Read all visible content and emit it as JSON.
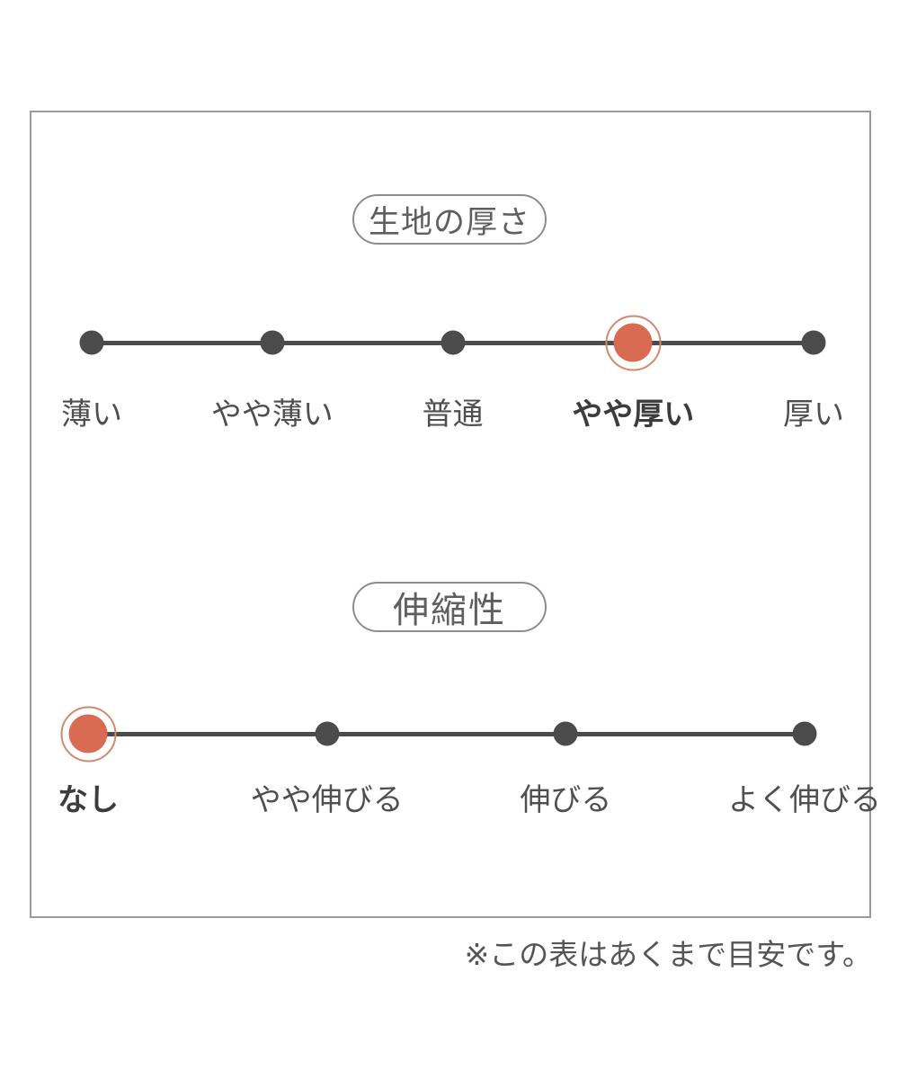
{
  "panel": {
    "note": "※この表はあくまで目安です。"
  },
  "colors": {
    "accent": "#d96b53",
    "accent_ring": "#d08a70",
    "line": "#4b4b4b",
    "panel_border": "#9a9a9a",
    "pill_border": "#8d8d8d",
    "text": "#4f4f4f",
    "text_selected": "#3c3c3c"
  },
  "chart_data": [
    {
      "type": "scale",
      "title": "生地の厚さ",
      "categories": [
        "薄い",
        "やや薄い",
        "普通",
        "やや厚い",
        "厚い"
      ],
      "selected_index": 3,
      "selected_value": "やや厚い",
      "legend_position": "none",
      "grid": false
    },
    {
      "type": "scale",
      "title": "伸縮性",
      "categories": [
        "なし",
        "やや伸びる",
        "伸びる",
        "よく伸びる"
      ],
      "selected_index": 0,
      "selected_value": "なし",
      "legend_position": "none",
      "grid": false
    }
  ]
}
